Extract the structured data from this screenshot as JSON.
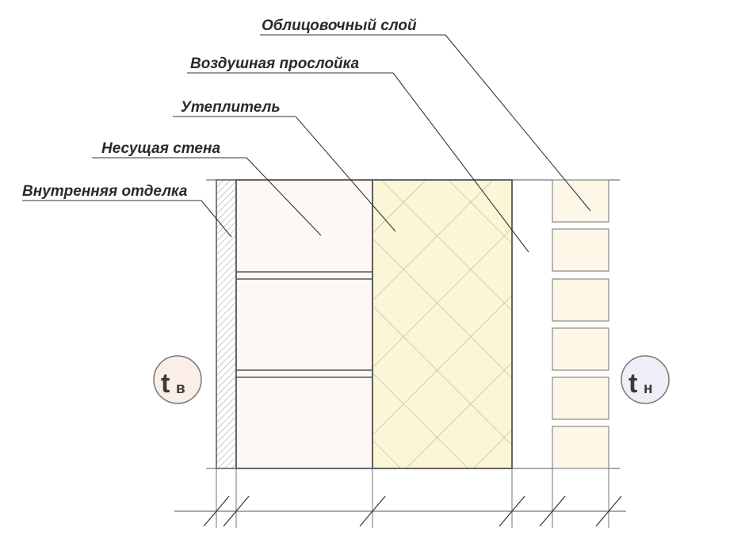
{
  "labels": {
    "cladding": "Облицовочный слой",
    "air_gap": "Воздушная прослойка",
    "insulation": "Утеплитель",
    "load_wall": "Несущая стена",
    "inner_finish": "Внутренняя отделка"
  },
  "temps": {
    "inside": {
      "main": "t",
      "sub": "в"
    },
    "outside": {
      "main": "t",
      "sub": "н"
    }
  },
  "colors": {
    "line": "#555555",
    "wall_fill": "#fdf8f4",
    "insulation_fill": "#fbf6d6",
    "insulation_hatch": "#b8b6a2",
    "brick_fill": "#fcf7e6",
    "inside_circle": "#fbeee8",
    "outside_circle": "#eeeef6"
  }
}
